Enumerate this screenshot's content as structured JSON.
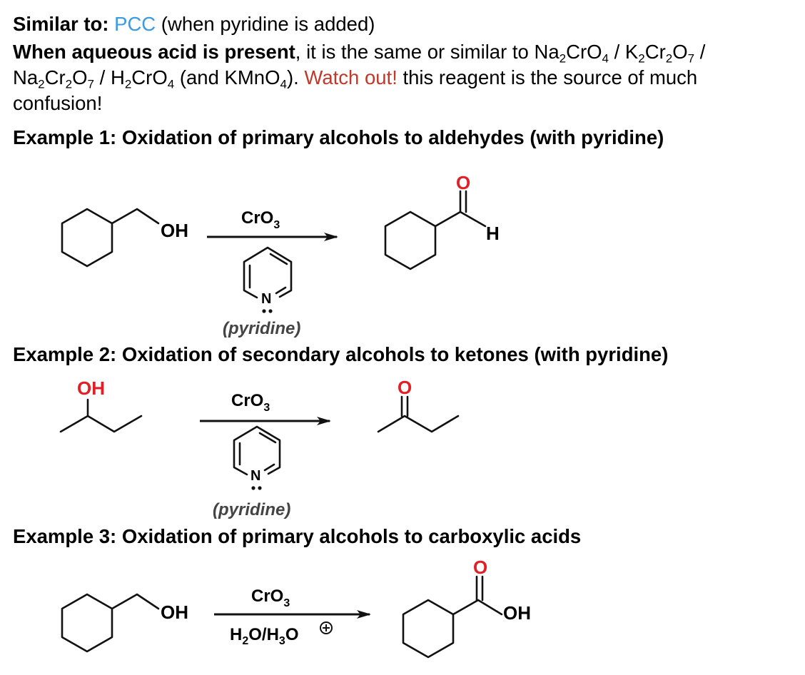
{
  "intro": {
    "similar_label": "Similar to:",
    "similar_link": "PCC",
    "similar_rest": " (when pyridine is added)",
    "acid_bold": "When aqueous acid is present",
    "acid_rest_1": ", it is the same or similar to Na",
    "acid_rest_2": "CrO",
    "acid_rest_3": " / K",
    "acid_rest_4": "Cr",
    "acid_rest_5": "O",
    "acid_rest_6": " /",
    "line3_1": "Na",
    "line3_2": "Cr",
    "line3_3": "O",
    "line3_4": " / H",
    "line3_5": "CrO",
    "line3_6": " (and KMnO",
    "line3_7": "). ",
    "watch_out": "Watch out!",
    "line3_8": " this reagent is the source of much",
    "line4": "confusion!",
    "sub_2": "2",
    "sub_4": "4",
    "sub_7": "7"
  },
  "examples": [
    {
      "heading": "Example 1: Oxidation of primary alcohols to aldehydes (with pyridine)",
      "reactant_group": "OH",
      "reagent_top": "CrO",
      "reagent_top_sub": "3",
      "reagent_bottom": "(pyridine)",
      "pyridine_atom": "N",
      "product_o": "O",
      "product_h": "H"
    },
    {
      "heading": "Example 2: Oxidation of secondary alcohols to ketones (with pyridine)",
      "reactant_group": "OH",
      "reagent_top": "CrO",
      "reagent_top_sub": "3",
      "reagent_bottom": "(pyridine)",
      "pyridine_atom": "N",
      "product_o": "O"
    },
    {
      "heading": "Example 3: Oxidation of primary alcohols to carboxylic acids",
      "reactant_group": "OH",
      "reagent_top": "CrO",
      "reagent_top_sub": "3",
      "reagent_bottom_1": "H",
      "reagent_bottom_sub1": "2",
      "reagent_bottom_2": "O/H",
      "reagent_bottom_sub2": "3",
      "reagent_bottom_3": "O",
      "product_o": "O",
      "product_oh": "OH"
    }
  ],
  "colors": {
    "link_blue": "#3b9ae1",
    "warning_red": "#c0392b",
    "heteroatom_red": "#e31e24"
  }
}
